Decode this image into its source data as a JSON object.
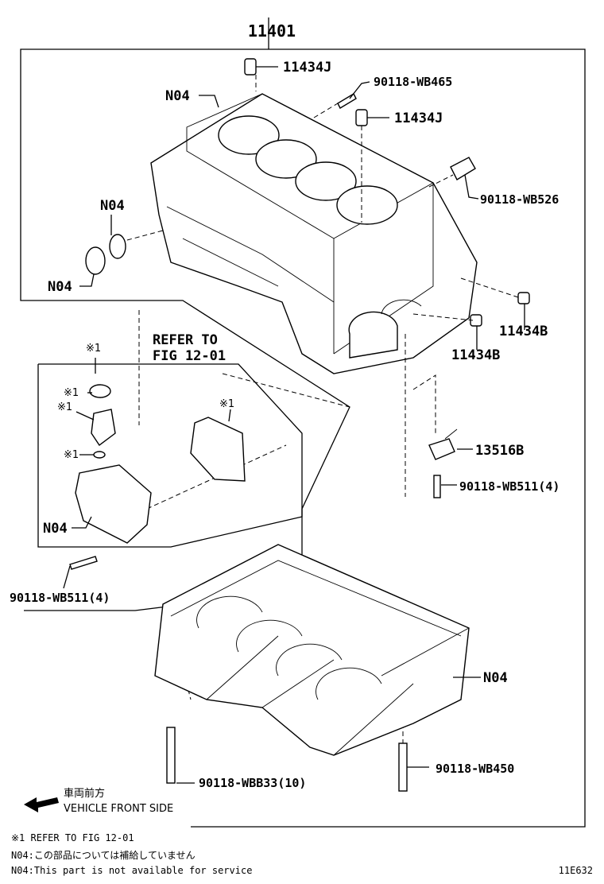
{
  "assembly_number": "11401",
  "callouts": {
    "pin_top_1": "11434J",
    "pin_top_2": "11434J",
    "stud_top": "90118-WB465",
    "stud_right": "90118-WB526",
    "pin_right_1": "11434B",
    "pin_right_2": "11434B",
    "nozzle": "13516B",
    "bolt_nozzle": "90118-WB511(4)",
    "bolt_left": "90118-WB511(4)",
    "bolt_main": "90118-WBB33(10)",
    "bolt_stud_lower": "90118-WB450",
    "n04_block_top": "N04",
    "n04_plug_label": "N04",
    "n04_plug": "N04",
    "n04_cover": "N04",
    "n04_lower": "N04",
    "refer_line1": "REFER TO",
    "refer_line2": "FIG 12-01",
    "ref_mark": "※1"
  },
  "direction": {
    "jp": "車両前方",
    "en": "VEHICLE FRONT SIDE"
  },
  "footnotes": {
    "note1": "※1  REFER TO FIG 12-01",
    "note2": "N04:この部品については補給していません",
    "note3": "N04:This part is not available for service"
  },
  "figure_id": "11E632"
}
